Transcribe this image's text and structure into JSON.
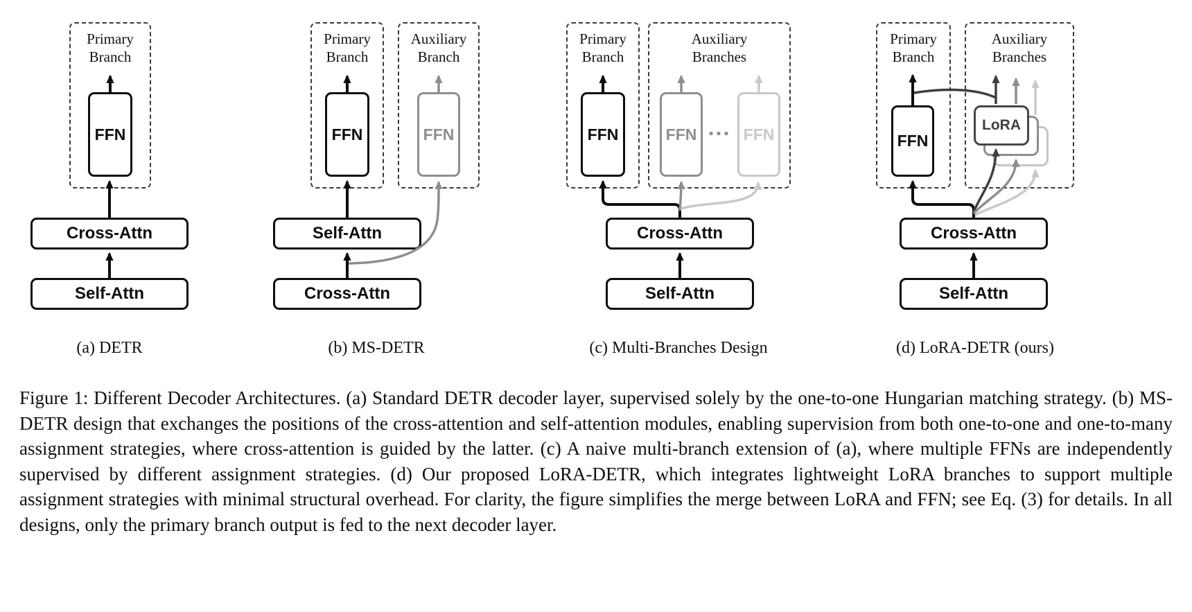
{
  "colors": {
    "primary_ink": "#0d0d0d",
    "lora_dark": "#3f3f3f",
    "auxiliary_gray": "#8e8e8e",
    "auxiliary_light_gray": "#c8c8c8"
  },
  "panels": {
    "a": {
      "caption": "(a) DETR",
      "primary_label": "Primary Branch",
      "ffn": "FFN",
      "cross_attn": "Cross-Attn",
      "self_attn": "Self-Attn"
    },
    "b": {
      "caption": "(b) MS-DETR",
      "primary_label": "Primary Branch",
      "auxiliary_label": "Auxiliary Branch",
      "ffn_primary": "FFN",
      "ffn_auxiliary": "FFN",
      "self_attn": "Self-Attn",
      "cross_attn": "Cross-Attn"
    },
    "c": {
      "caption": "(c) Multi-Branches Design",
      "primary_label": "Primary Branch",
      "auxiliary_label": "Auxiliary Branches",
      "ffn_primary": "FFN",
      "ffn_aux1": "FFN",
      "ellipsis": "...",
      "ffn_aux2": "FFN",
      "cross_attn": "Cross-Attn",
      "self_attn": "Self-Attn"
    },
    "d": {
      "caption": "(d) LoRA-DETR (ours)",
      "primary_label": "Primary Branch",
      "auxiliary_label": "Auxiliary Branches",
      "ffn": "FFN",
      "lora": "LoRA",
      "cross_attn": "Cross-Attn",
      "self_attn": "Self-Attn"
    }
  },
  "figure_caption": "Figure 1: Different Decoder Architectures. (a) Standard DETR decoder layer, supervised solely by the one-to-one Hungarian matching strategy. (b) MS-DETR design that exchanges the positions of the cross-attention and self-attention modules, enabling supervision from both one-to-one and one-to-many assignment strategies, where cross-attention is guided by the latter. (c) A naive multi-branch extension of (a), where multiple FFNs are independently supervised by different assignment strategies. (d) Our proposed LoRA-DETR, which integrates lightweight LoRA branches to support multiple assignment strategies with minimal structural overhead. For clarity, the figure simplifies the merge between LoRA and FFN; see Eq. (3) for details. In all designs, only the primary branch output is fed to the next decoder layer."
}
